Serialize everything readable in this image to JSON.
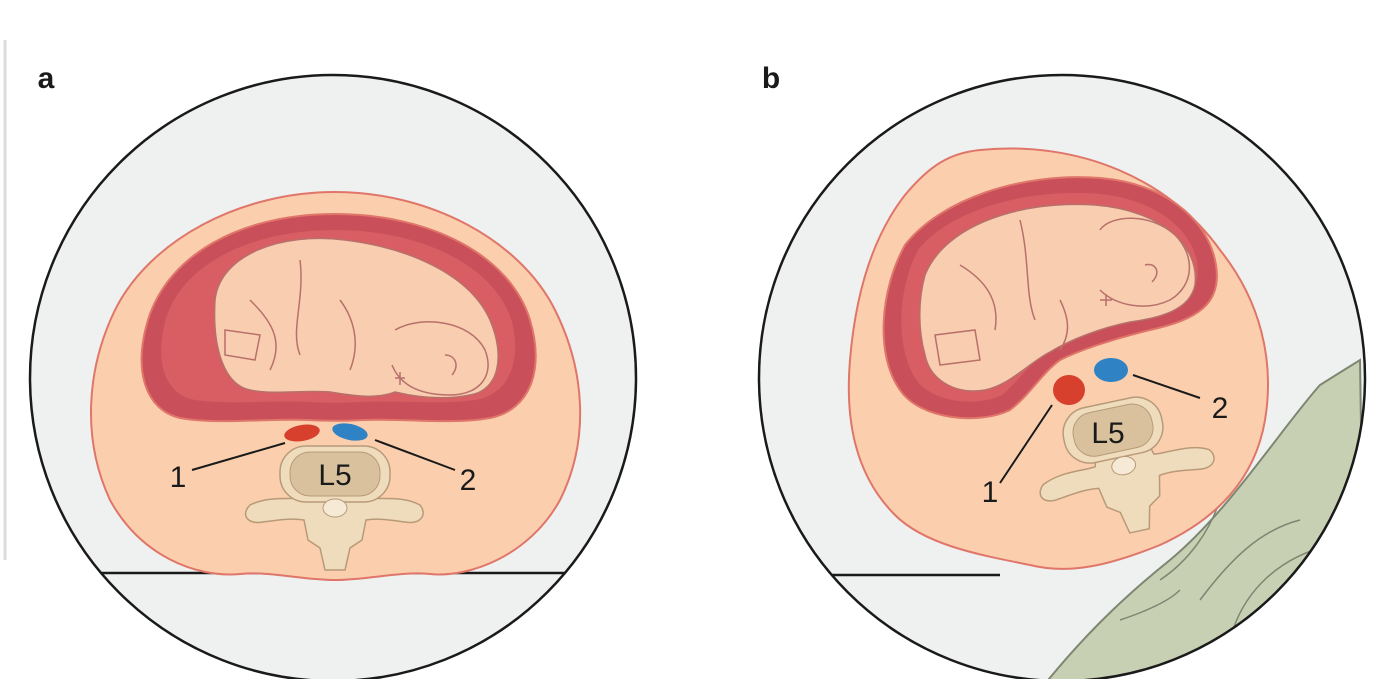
{
  "panels": [
    {
      "letter": "a",
      "vertebra_label": "L5",
      "callout_1": "1",
      "callout_2": "2"
    },
    {
      "letter": "b",
      "vertebra_label": "L5",
      "callout_1": "1",
      "callout_2": "2"
    }
  ],
  "colors": {
    "background_circle": "#eef1ef",
    "abdomen": "#fbcfae",
    "abdomen_outline": "#e0756a",
    "uterus_wall": "#c9505a",
    "fetus": "#f8cdb0",
    "aorta": "#d6402c",
    "vena_cava": "#2f83c4",
    "vertebra": "#efdcbc",
    "vertebral_body": "#d8c19c",
    "wedge": "#c8d0b4"
  }
}
